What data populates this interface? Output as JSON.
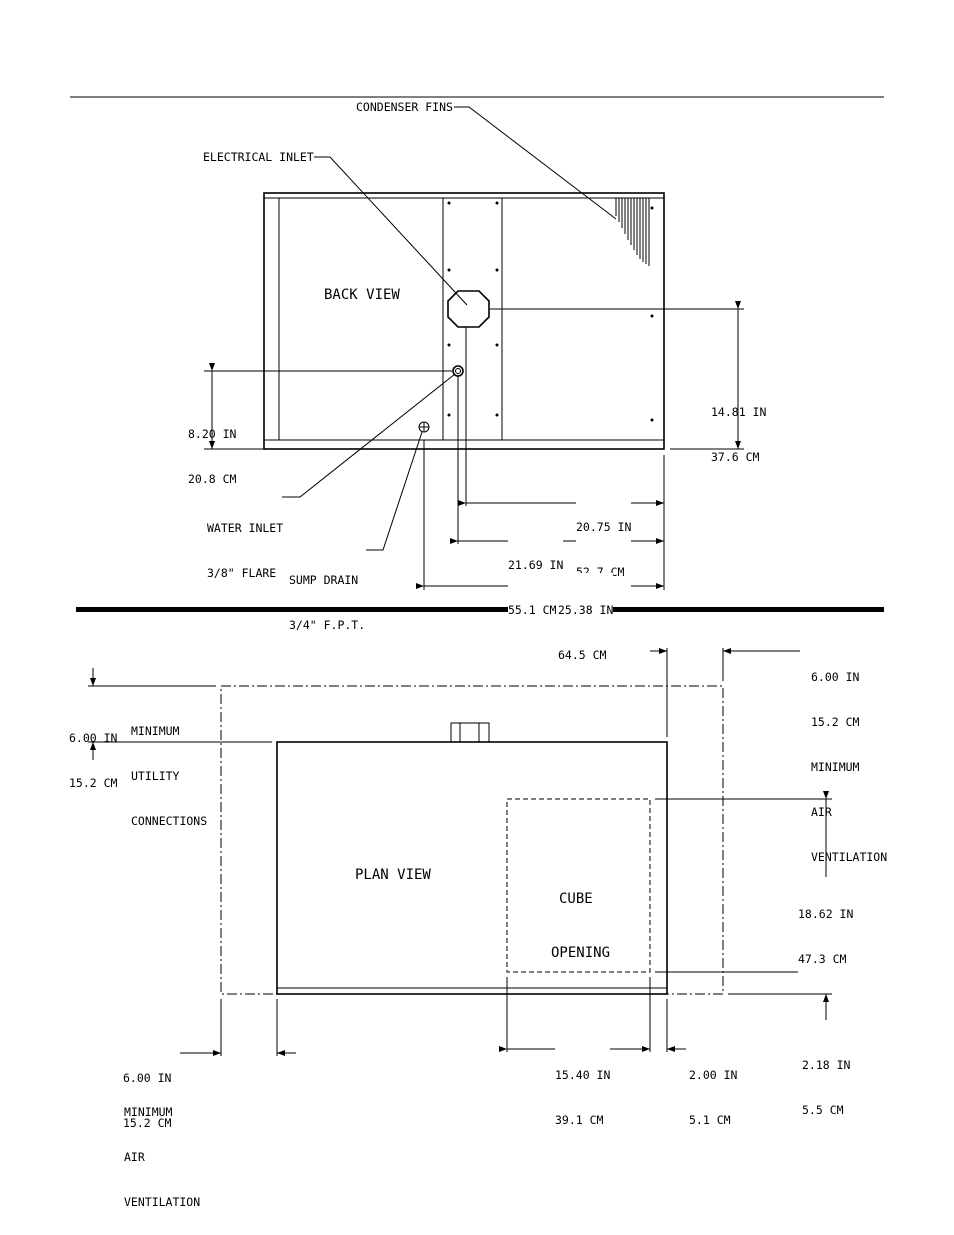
{
  "back_view": {
    "title": "BACK VIEW",
    "condenser_fins": "CONDENSER FINS",
    "electrical_inlet": "ELECTRICAL INLET",
    "water_inlet": [
      "WATER INLET",
      "3/8\" FLARE"
    ],
    "sump_drain": [
      "SUMP DRAIN",
      "3/4\" F.P.T."
    ],
    "dim_height_water": [
      "8.20 IN",
      "20.8 CM"
    ],
    "dim_height_elec": [
      "14.81 IN",
      "37.6 CM"
    ],
    "dim_elec_x": [
      "20.75 IN",
      "52.7 CM"
    ],
    "dim_water_x": [
      "21.69 IN",
      "55.1 CM"
    ],
    "dim_drain_x": [
      "25.38 IN",
      "64.5 CM"
    ]
  },
  "plan_view": {
    "title": "PLAN VIEW",
    "cube_opening": [
      "CUBE",
      "OPENING"
    ],
    "left_clearance": [
      "6.00 IN",
      "15.2 CM"
    ],
    "utility_note": [
      "MINIMUM",
      "UTILITY",
      "CONNECTIONS"
    ],
    "right_clearance": [
      "6.00 IN",
      "15.2 CM"
    ],
    "right_note": [
      "MINIMUM",
      "AIR",
      "VENTILATION"
    ],
    "bottom_clearance": [
      "6.00 IN",
      "15.2 CM"
    ],
    "bottom_note": [
      "MINIMUM",
      "AIR",
      "VENTILATION"
    ],
    "dim_cube_height": [
      "18.62 IN",
      "47.3 CM"
    ],
    "dim_cube_width": [
      "15.40 IN",
      "39.1 CM"
    ],
    "dim_cube_right": [
      "2.00 IN",
      "5.1 CM"
    ],
    "dim_cube_bottom": [
      "2.18 IN",
      "5.5 CM"
    ]
  }
}
